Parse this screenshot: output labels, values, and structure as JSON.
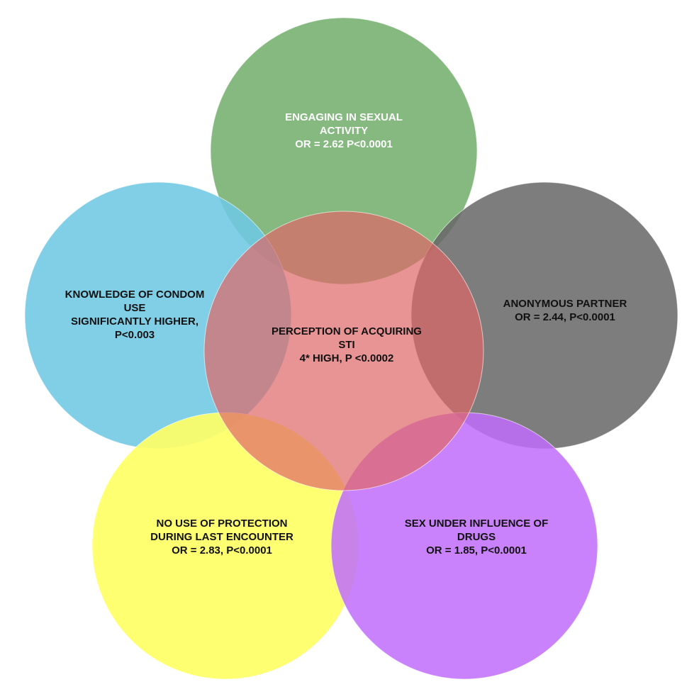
{
  "diagram": {
    "colors": {
      "green": "#6aaa64",
      "blue": "#6ec8e4",
      "gray": "#666666",
      "yellow": "#ffff66",
      "purple": "#c06cfc",
      "center": "#e06666",
      "outline_white": "#ffffff",
      "text_dark": "#111111",
      "text_light": "#ffffff"
    },
    "circles": [
      {
        "id": "sexual-activity",
        "color_key": "green",
        "lines": [
          "ENGAGING IN SEXUAL",
          "ACTIVITY",
          "OR = 2.62 P<0.0001"
        ]
      },
      {
        "id": "condom-knowledge",
        "color_key": "blue",
        "lines": [
          "KNOWLEDGE OF CONDOM",
          "USE",
          "SIGNIFICANTLY HIGHER,",
          "P<0.003"
        ]
      },
      {
        "id": "anonymous-partner",
        "color_key": "gray",
        "lines": [
          "ANONYMOUS PARTNER",
          "OR = 2.44, P<0.0001"
        ]
      },
      {
        "id": "no-protection",
        "color_key": "yellow",
        "lines": [
          "NO USE OF PROTECTION",
          "DURING LAST ENCOUNTER",
          "OR = 2.83, P<0.0001"
        ]
      },
      {
        "id": "drugs",
        "color_key": "purple",
        "lines": [
          "SEX UNDER INFLUENCE OF",
          "DRUGS",
          "OR = 1.85, P<0.0001"
        ]
      },
      {
        "id": "perception-sti",
        "color_key": "center",
        "lines": [
          "PERCEPTION OF ACQUIRING",
          "STI",
          "4* HIGH, P <0.0002"
        ]
      }
    ]
  }
}
